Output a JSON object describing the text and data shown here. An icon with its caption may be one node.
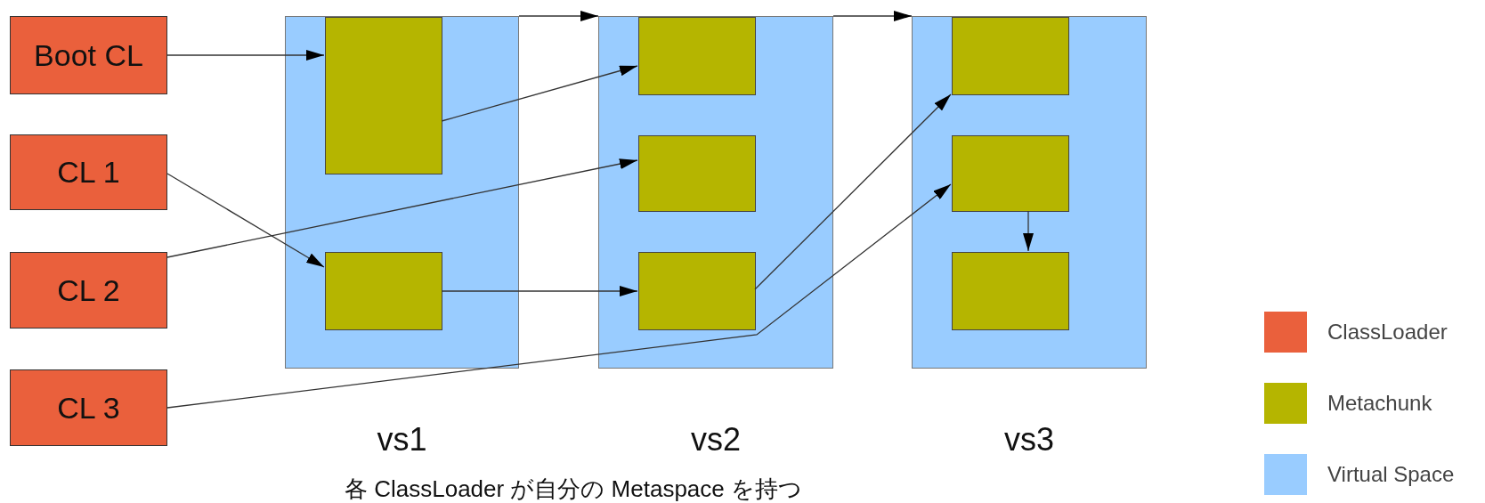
{
  "diagram": {
    "caption": "各 ClassLoader が自分の Metaspace を持つ",
    "nodes": [
      {
        "text": [
          "Boot CL"
        ]
      },
      {
        "text": [
          "CL 1"
        ]
      },
      {
        "text": [
          "CL 2"
        ]
      },
      {
        "text": [
          "CL 3"
        ]
      },
      {
        "text": [
          "vs1"
        ]
      },
      {
        "text": [],
        "shape": "box",
        "in": 4
      },
      {
        "text": [],
        "shape": "box",
        "in": 4
      },
      {
        "text": [
          "vs2"
        ]
      },
      {
        "text": [],
        "shape": "box",
        "in": 7
      },
      {
        "text": [],
        "shape": "box",
        "in": 7
      },
      {
        "text": [],
        "shape": "box",
        "in": 7
      },
      {
        "text": [
          "vs3"
        ]
      },
      {
        "text": [],
        "shape": "box",
        "in": 11
      },
      {
        "text": [],
        "shape": "box",
        "in": 11
      },
      {
        "text": [],
        "shape": "box",
        "in": 11
      }
    ],
    "edges": [
      {
        "from": 0,
        "to": 5,
        "arrow": "to"
      },
      {
        "from": 5,
        "to": 8,
        "arrow": "to"
      },
      {
        "from": 1,
        "to": 6,
        "arrow": "to"
      },
      {
        "from": 2,
        "to": 9,
        "arrow": "to"
      },
      {
        "from": 6,
        "to": 10,
        "arrow": "to"
      },
      {
        "from": 10,
        "to": 12,
        "arrow": "to"
      },
      {
        "from": 3,
        "to": 13,
        "arrow": "to"
      },
      {
        "from": 13,
        "to": 14,
        "arrow": "to"
      },
      {
        "from": 4,
        "to": 7,
        "arrow": "to"
      },
      {
        "from": 7,
        "to": 11,
        "arrow": "to"
      }
    ],
    "legend": [
      {
        "text": "ClassLoader",
        "color": "#ea603c"
      },
      {
        "text": "Metachunk",
        "color": "#b5b500"
      },
      {
        "text": "Virtual Space",
        "color": "#99ccff"
      }
    ]
  }
}
